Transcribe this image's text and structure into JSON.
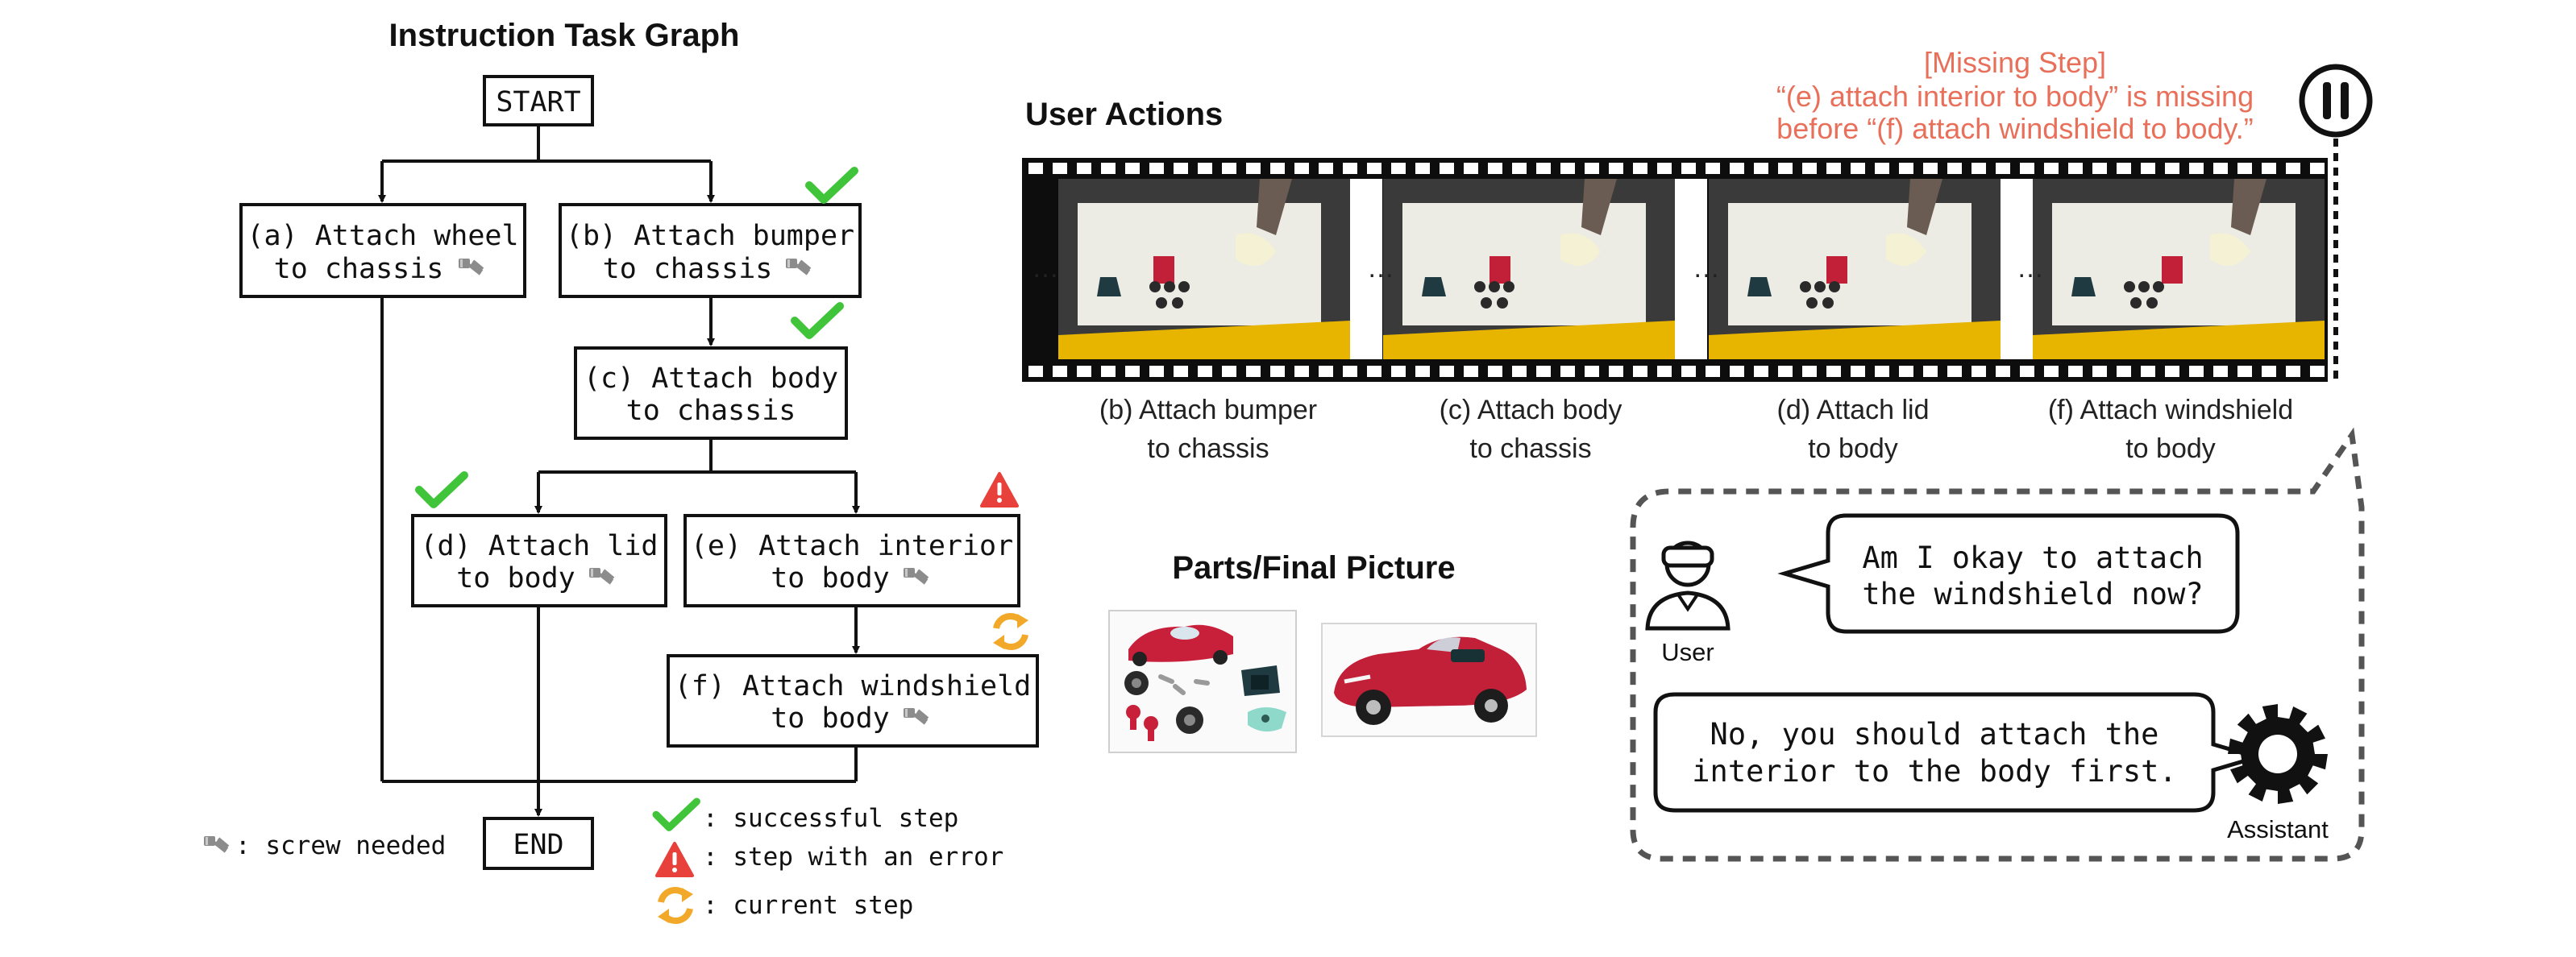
{
  "colors": {
    "check": "#3fc43a",
    "error": "#e8403a",
    "current": "#f2a92a",
    "missing_text": "#e8705b"
  },
  "graph": {
    "title": "Instruction Task Graph",
    "start": "START",
    "end": "END",
    "steps": [
      {
        "id": "a",
        "line1": "(a) Attach wheel",
        "line2": "to chassis",
        "status": "none"
      },
      {
        "id": "b",
        "line1": "(b) Attach bumper",
        "line2": "to chassis",
        "status": "success"
      },
      {
        "id": "c",
        "line1": "(c) Attach body",
        "line2": "to chassis",
        "status": "success"
      },
      {
        "id": "d",
        "line1": "(d) Attach lid",
        "line2": "to body",
        "status": "success"
      },
      {
        "id": "e",
        "line1": "(e) Attach interior",
        "line2": "to body",
        "status": "error"
      },
      {
        "id": "f",
        "line1": "(f) Attach windshield",
        "line2": "to body",
        "status": "current"
      }
    ],
    "screw_icon": "screw-icon"
  },
  "legend": {
    "screw": ": screw needed",
    "success": ": successful step",
    "error": ": step with an error",
    "current": ": current step"
  },
  "user_actions": {
    "title": "User Actions",
    "ellipsis": "…",
    "frames": [
      {
        "line1": "(b) Attach bumper",
        "line2": "to chassis"
      },
      {
        "line1": "(c) Attach body",
        "line2": "to chassis"
      },
      {
        "line1": "(d) Attach lid",
        "line2": "to body"
      },
      {
        "line1": "(f) Attach windshield",
        "line2": "to body"
      }
    ]
  },
  "missing_step": {
    "line1": "[Missing Step]",
    "line2": "“(e) attach interior to body” is missing",
    "line3": "before “(f) attach windshield to body.”"
  },
  "parts": {
    "title": "Parts/Final Picture"
  },
  "dialog": {
    "user_label": "User",
    "assistant_label": "Assistant",
    "user_line1": "Am I okay to attach",
    "user_line2": "the windshield now?",
    "assistant_line1": "No, you should attach the",
    "assistant_line2": "interior to the body first."
  }
}
